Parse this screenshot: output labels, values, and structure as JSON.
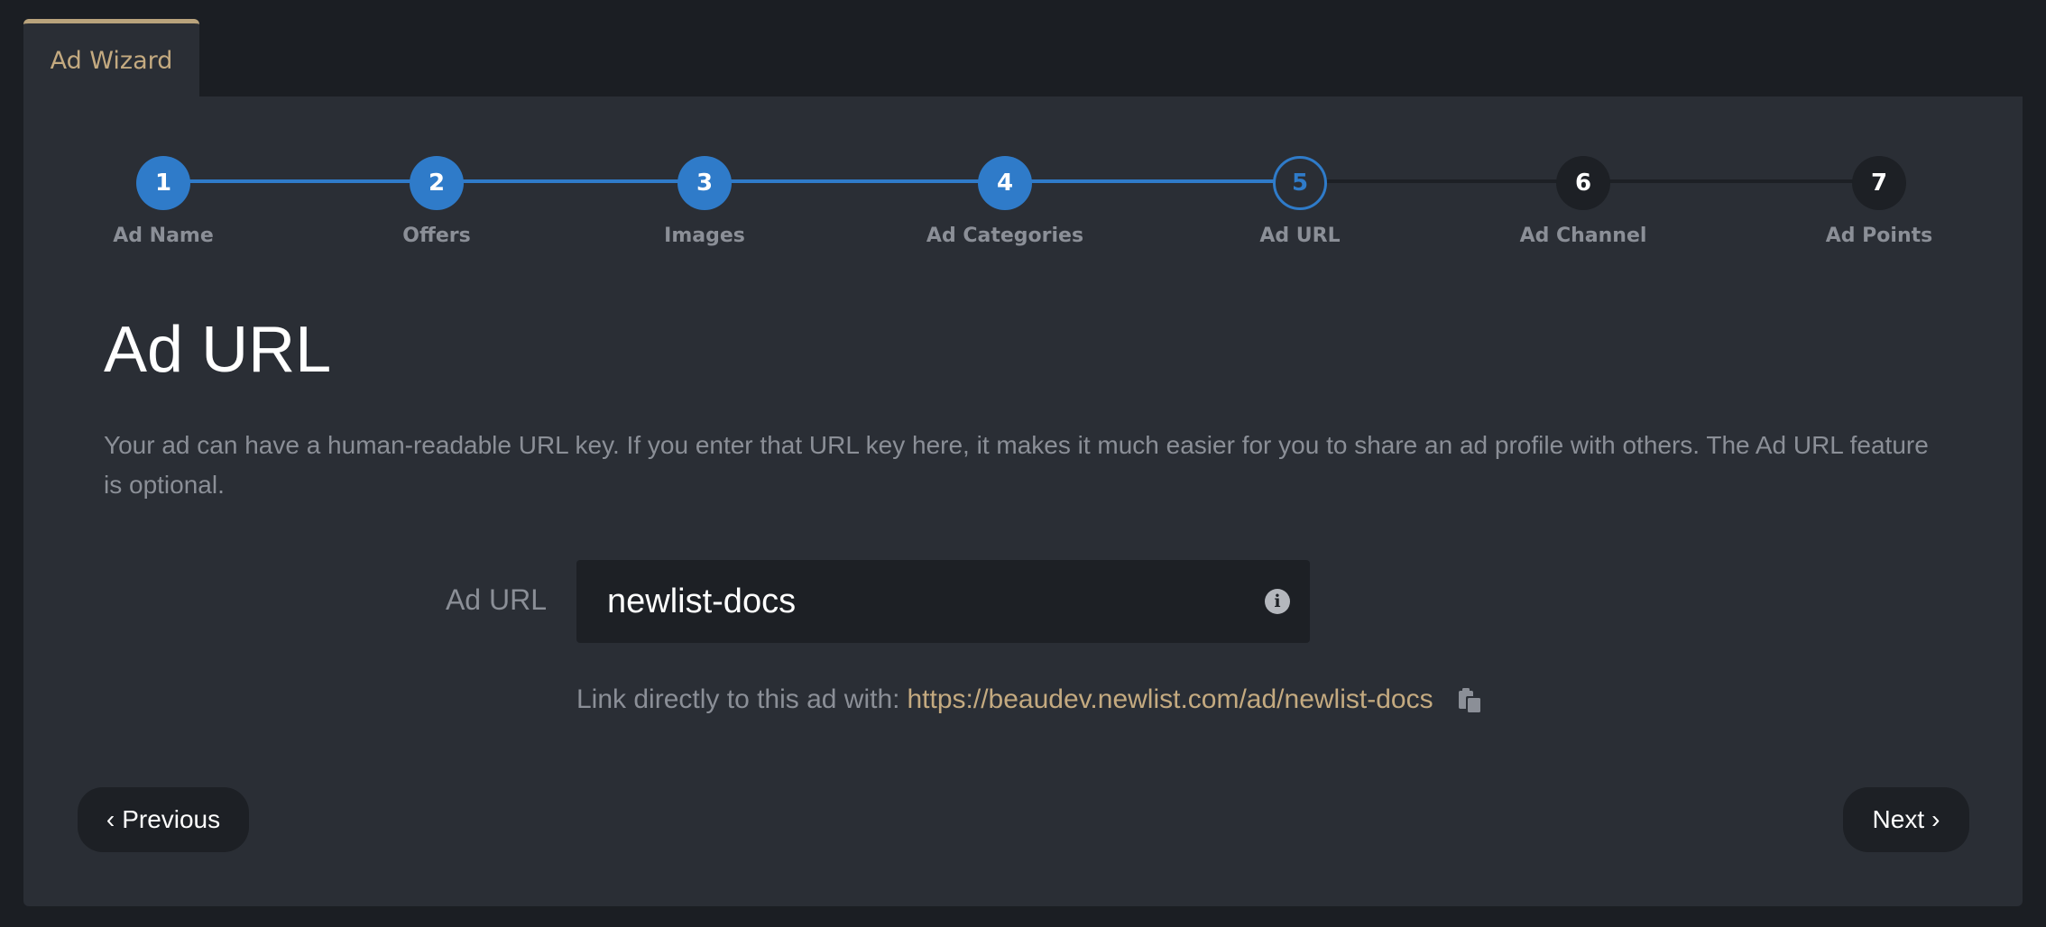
{
  "tab": {
    "label": "Ad Wizard"
  },
  "stepper": {
    "current": 5,
    "steps": [
      {
        "number": "1",
        "label": "Ad Name",
        "status": "complete"
      },
      {
        "number": "2",
        "label": "Offers",
        "status": "complete"
      },
      {
        "number": "3",
        "label": "Images",
        "status": "complete"
      },
      {
        "number": "4",
        "label": "Ad Categories",
        "status": "complete"
      },
      {
        "number": "5",
        "label": "Ad URL",
        "status": "current"
      },
      {
        "number": "6",
        "label": "Ad Channel",
        "status": "pending"
      },
      {
        "number": "7",
        "label": "Ad Points",
        "status": "pending"
      }
    ]
  },
  "page": {
    "title": "Ad URL",
    "description": "Your ad can have a human-readable URL key. If you enter that URL key here, it makes it much easier for you to share an ad profile with others. The Ad URL feature is optional."
  },
  "form": {
    "label": "Ad URL",
    "value": "newlist-docs",
    "info_icon": "info-icon",
    "link_prefix": "Link directly to this ad with:",
    "link_url": "https://beaudev.newlist.com/ad/newlist-docs",
    "copy_icon": "copy-icon"
  },
  "nav": {
    "previous_label": "Previous",
    "next_label": "Next"
  },
  "colors": {
    "background": "#1b1e23",
    "panel": "#2a2e35",
    "accent": "#2f7bc9",
    "gold": "#c4aa80",
    "muted": "#8b8f97"
  }
}
